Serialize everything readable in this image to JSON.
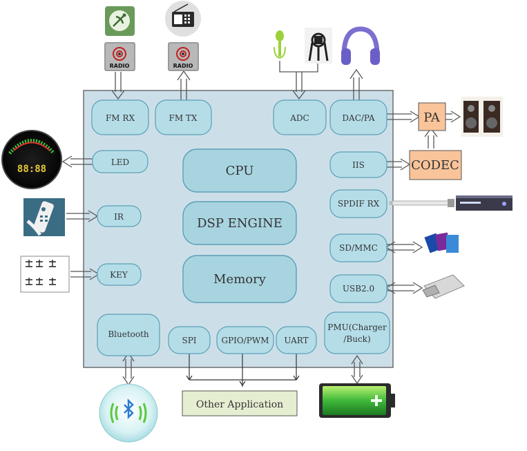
{
  "chip": {
    "fm_rx": "FM RX",
    "fm_tx": "FM TX",
    "adc": "ADC",
    "dac_pa": "DAC/PA",
    "led": "LED",
    "iis": "IIS",
    "cpu": "CPU",
    "dsp_engine": "DSP ENGINE",
    "memory": "Memory",
    "ir": "IR",
    "key": "KEY",
    "spdif_rx": "SPDIF RX",
    "sd_mmc": "SD/MMC",
    "usb": "USB2.0",
    "bluetooth": "Bluetooth",
    "spi": "SPI",
    "gpio_pwm": "GPIO/PWM",
    "uart": "UART",
    "pmu_line1": "PMU(Charger",
    "pmu_line2": "/Buck)"
  },
  "external": {
    "pa": "PA",
    "codec": "CODEC",
    "other_application": "Other Application",
    "radio_badge_1": "RADIO",
    "radio_badge_2": "RADIO",
    "led_display_digits": "88:88"
  },
  "colors": {
    "chip_fill": "#ccdfe9",
    "block_fill": "#b5dde8",
    "block_stroke": "#5a9fb4",
    "pa_fill": "#f9c49a",
    "other_app_fill": "#e6eed2"
  }
}
